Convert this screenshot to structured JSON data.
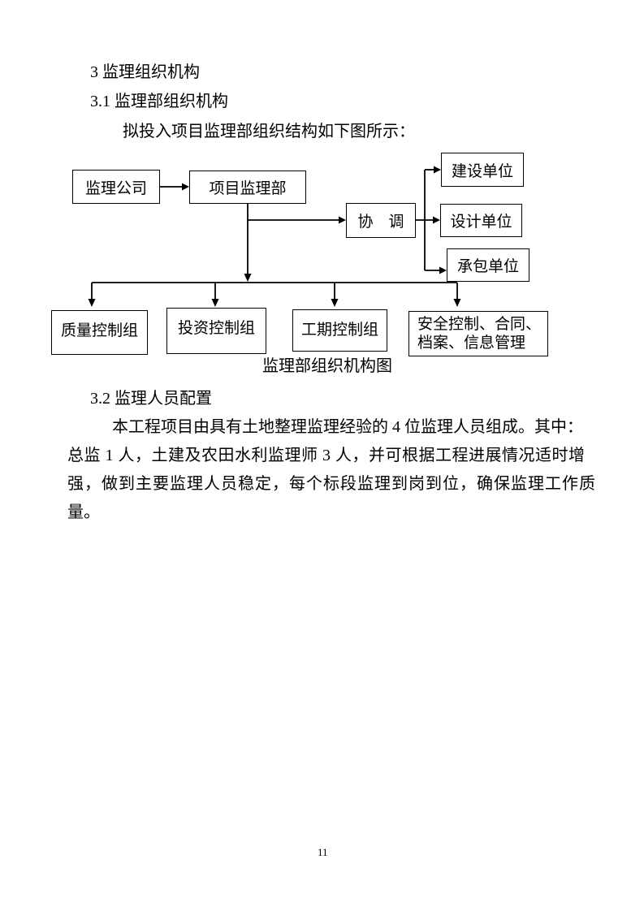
{
  "sections": {
    "s3_title": "3 监理组织机构",
    "s31_title": "3.1 监理部组织机构",
    "s31_intro": "拟投入项目监理部组织结构如下图所示：",
    "s32_title": "3.2 监理人员配置"
  },
  "diagram": {
    "caption": "监理部组织机构图",
    "boxes": {
      "company": "监理公司",
      "dept": "项目监理部",
      "coordination": "协　调",
      "construction_unit": "建设单位",
      "design_unit": "设计单位",
      "contractor_unit": "承包单位",
      "quality_group": "质量控制组",
      "investment_group": "投资控制组",
      "schedule_group": "工期控制组",
      "safety_line1": "安全控制、合同、",
      "safety_line2": "档案、信息管理"
    }
  },
  "paragraph": {
    "line1": "本工程项目由具有土地整理监理经验的 4 位监理人员组成。其中：",
    "line2": "总监 1 人，土建及农田水利监理师 3 人，并可根据工程进展情况适时增",
    "line3": "强，做到主要监理人员稳定，每个标段监理到岗到位，确保监理工作质",
    "line4": "量。"
  },
  "footer": {
    "page_number": "11"
  },
  "colors": {
    "text": "#000000",
    "background": "#ffffff",
    "line": "#000000"
  }
}
